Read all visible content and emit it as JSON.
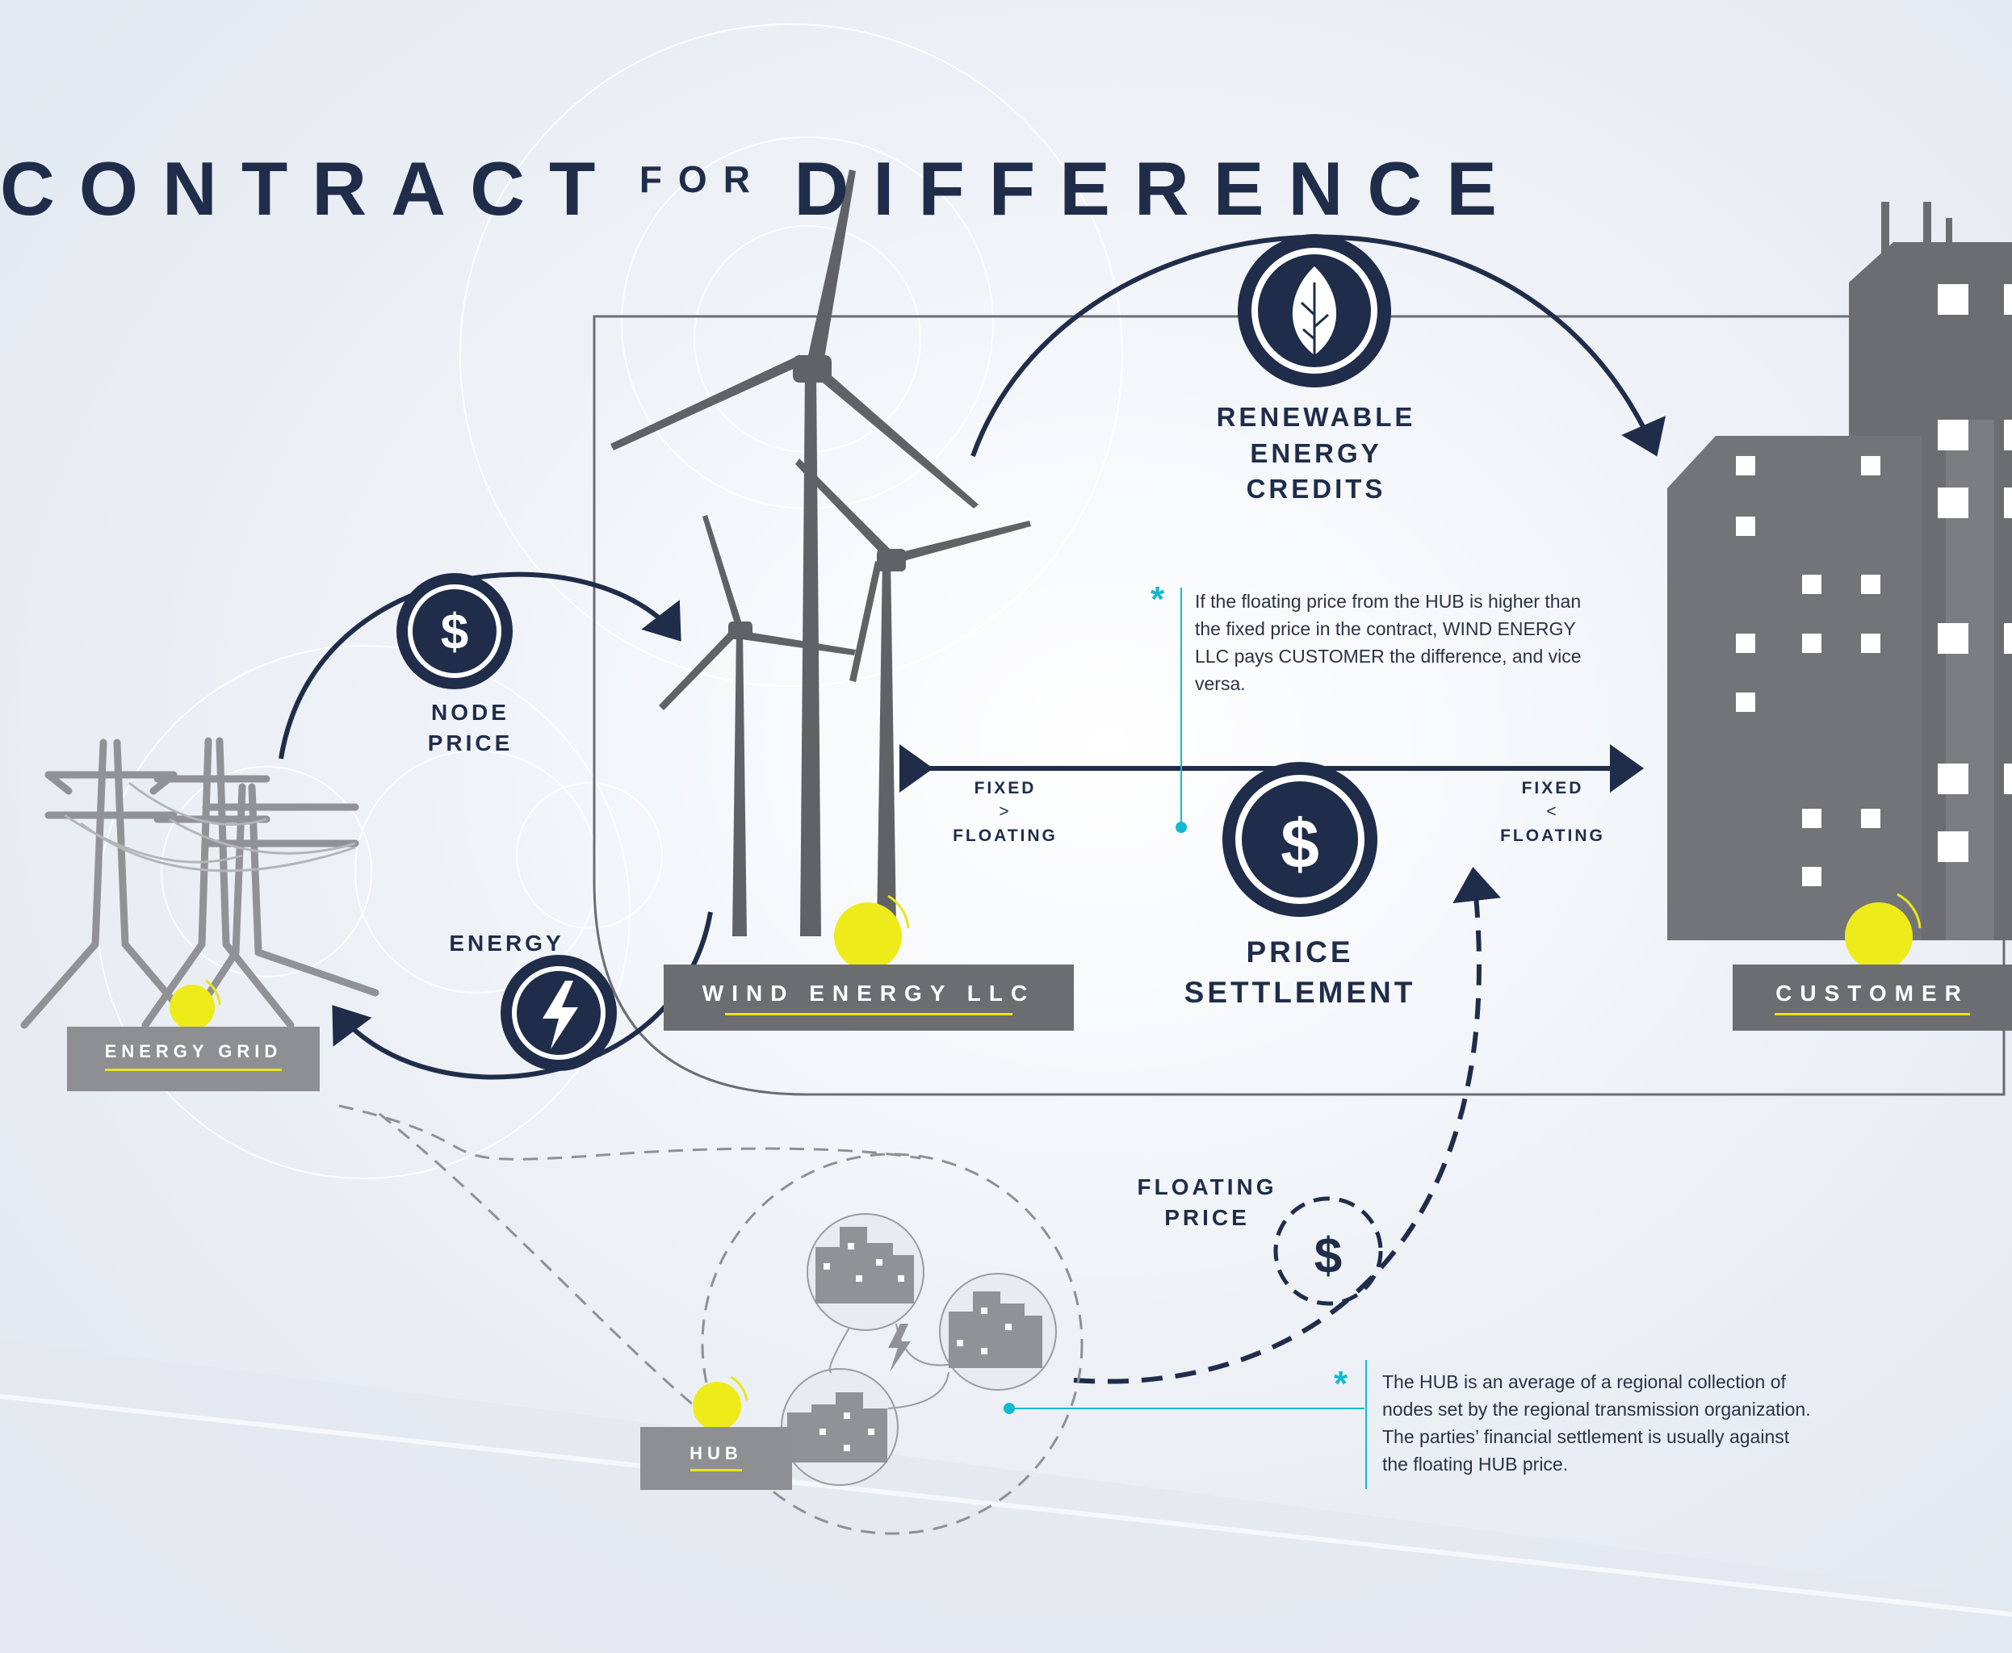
{
  "title": {
    "word1": "CONTRACT",
    "word2": "FOR",
    "word3": "DIFFERENCE"
  },
  "labels": {
    "renewable_energy_credits": [
      "RENEWABLE",
      "ENERGY",
      "CREDITS"
    ],
    "node_price": [
      "NODE",
      "PRICE"
    ],
    "energy": "ENERGY",
    "price_settlement": [
      "PRICE",
      "SETTLEMENT"
    ],
    "floating_price": [
      "FLOATING",
      "PRICE"
    ],
    "fixed_gt_floating": [
      "FIXED",
      ">",
      "FLOATING"
    ],
    "fixed_lt_floating": [
      "FIXED",
      "<",
      "FLOATING"
    ]
  },
  "tags": {
    "energy_grid": "ENERGY GRID",
    "wind_energy": "WIND ENERGY LLC",
    "customer": "CUSTOMER",
    "hub": "HUB"
  },
  "notes": {
    "settlement_note": "If the floating price from the HUB is higher than the fixed price in the contract, WIND ENERGY LLC pays CUSTOMER the difference, and vice versa.",
    "hub_note": "The HUB is an average of a regional collection of nodes set by the regional transmission organization. The parties’ financial settlement is usually against the floating HUB price.",
    "asterisk": "*"
  },
  "icons": {
    "dollar": "$",
    "leaf": "leaf-icon",
    "bolt": "lightning-icon"
  },
  "colors": {
    "navy": "#1f2d4a",
    "gray": "#6b6d71",
    "accent_yellow": "#eeeb1a",
    "teal": "#14b9d0"
  }
}
